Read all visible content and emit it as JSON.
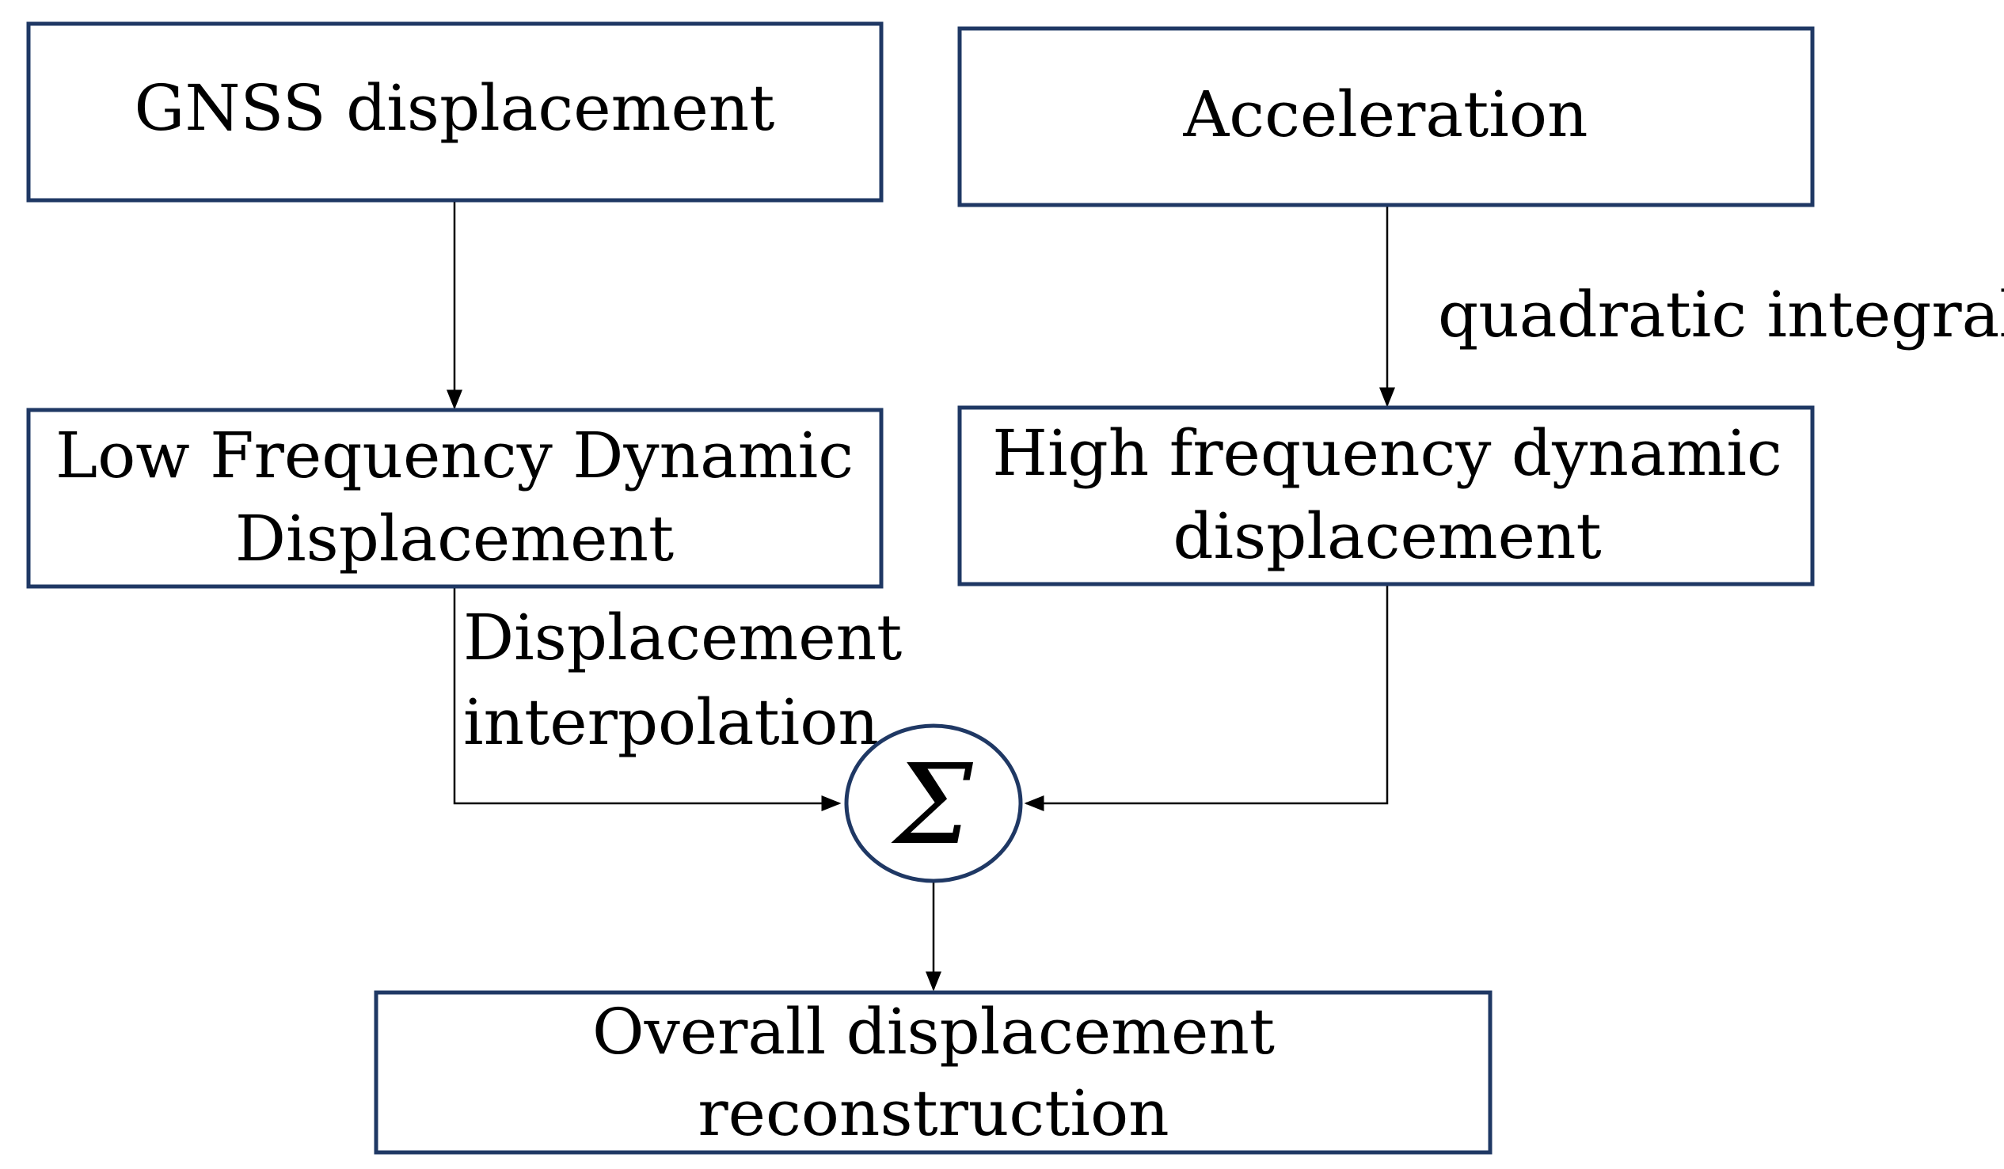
{
  "nodes": {
    "gnss": {
      "lines": [
        "GNSS displacement"
      ]
    },
    "accel": {
      "lines": [
        "Acceleration"
      ]
    },
    "low": {
      "lines": [
        "Low Frequency Dynamic",
        "Displacement"
      ]
    },
    "high": {
      "lines": [
        "High frequency dynamic",
        "displacement"
      ]
    },
    "sum": {
      "symbol": "Σ"
    },
    "overall": {
      "lines": [
        "Overall displacement",
        "reconstruction"
      ]
    }
  },
  "edge_labels": {
    "quadratic": "quadratic integral",
    "interp": [
      "Displacement",
      "interpolation"
    ]
  },
  "edges": [
    {
      "from": "gnss",
      "to": "low"
    },
    {
      "from": "accel",
      "to": "high",
      "label": "quadratic"
    },
    {
      "from": "low",
      "to": "sum",
      "label": "interp"
    },
    {
      "from": "high",
      "to": "sum"
    },
    {
      "from": "sum",
      "to": "overall"
    }
  ]
}
